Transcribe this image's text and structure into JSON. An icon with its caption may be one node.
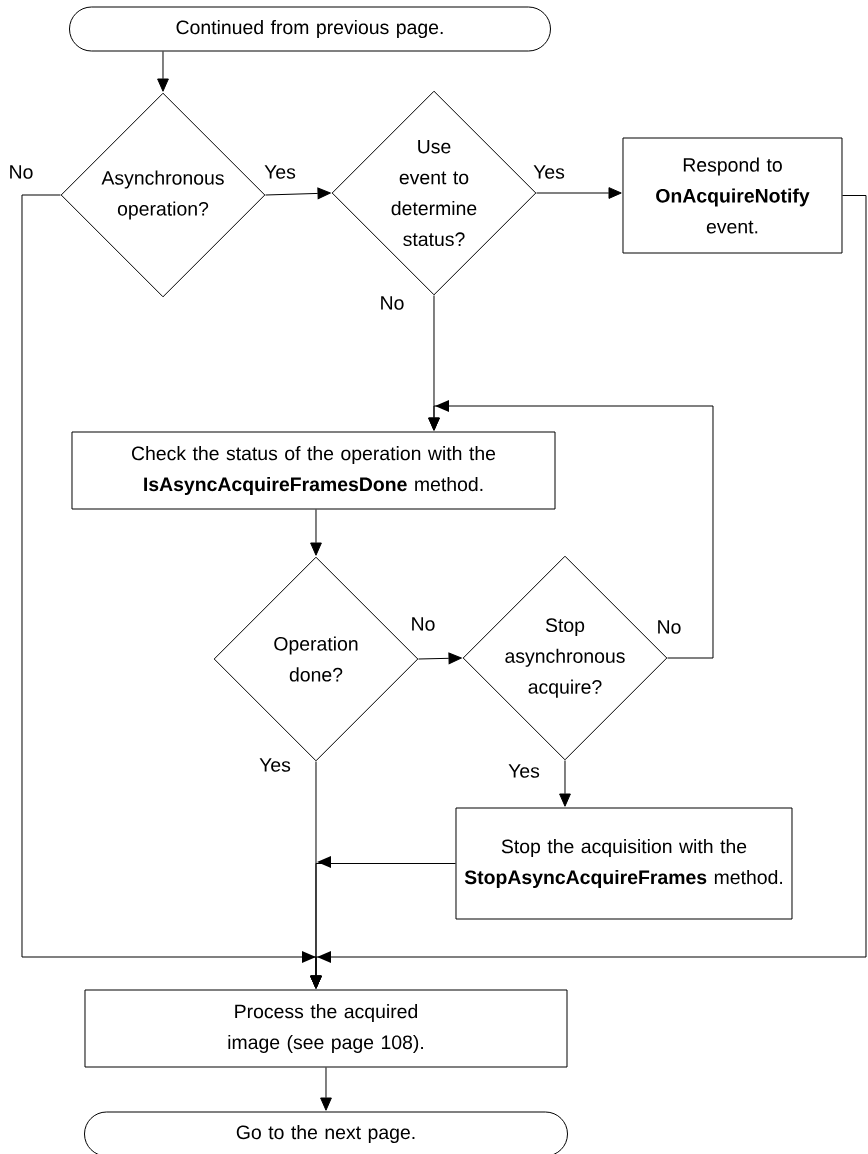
{
  "diagram": {
    "nodes": [
      {
        "text": [
          "Continued from previous page."
        ]
      },
      {
        "text": [
          "Asynchronous operation?"
        ]
      },
      {
        "text": [
          "Use event to determine status?"
        ]
      },
      {
        "text": [
          "Respond to **OnAcquireNotify** event."
        ]
      },
      {
        "text": [
          "Check the status of the operation with the **IsAsyncAcquireFramesDone** method."
        ]
      },
      {
        "text": [
          "Operation done?"
        ]
      },
      {
        "text": [
          "Stop asynchronous acquire?"
        ]
      },
      {
        "text": [
          "Stop the acquisition with the **StopAsyncAcquireFrames** method."
        ]
      },
      {
        "text": [
          "Process the acquired image (see page 108)."
        ]
      },
      {
        "text": [
          "Go to the next page."
        ]
      }
    ],
    "edges": [
      {
        "from": 0,
        "to": 1,
        "arrow": "to"
      },
      {
        "from": 1,
        "to": 2,
        "arrow": "to",
        "label": "Yes"
      },
      {
        "from": 1,
        "to": 8,
        "arrow": "to",
        "label": "No"
      },
      {
        "from": 2,
        "to": 3,
        "arrow": "to",
        "label": "Yes"
      },
      {
        "from": 2,
        "to": 4,
        "arrow": "to",
        "label": "No"
      },
      {
        "from": 3,
        "to": 8,
        "arrow": "to"
      },
      {
        "from": 4,
        "to": 5,
        "arrow": "to"
      },
      {
        "from": 5,
        "to": 6,
        "arrow": "to",
        "label": "No"
      },
      {
        "from": 6,
        "to": 4,
        "arrow": "to",
        "label": "No"
      },
      {
        "from": 5,
        "to": 8,
        "arrow": "to",
        "label": "Yes"
      },
      {
        "from": 6,
        "to": 7,
        "arrow": "to",
        "label": "Yes"
      },
      {
        "from": 7,
        "to": 8,
        "arrow": "to"
      },
      {
        "from": 8,
        "to": 9,
        "arrow": "to"
      }
    ]
  }
}
